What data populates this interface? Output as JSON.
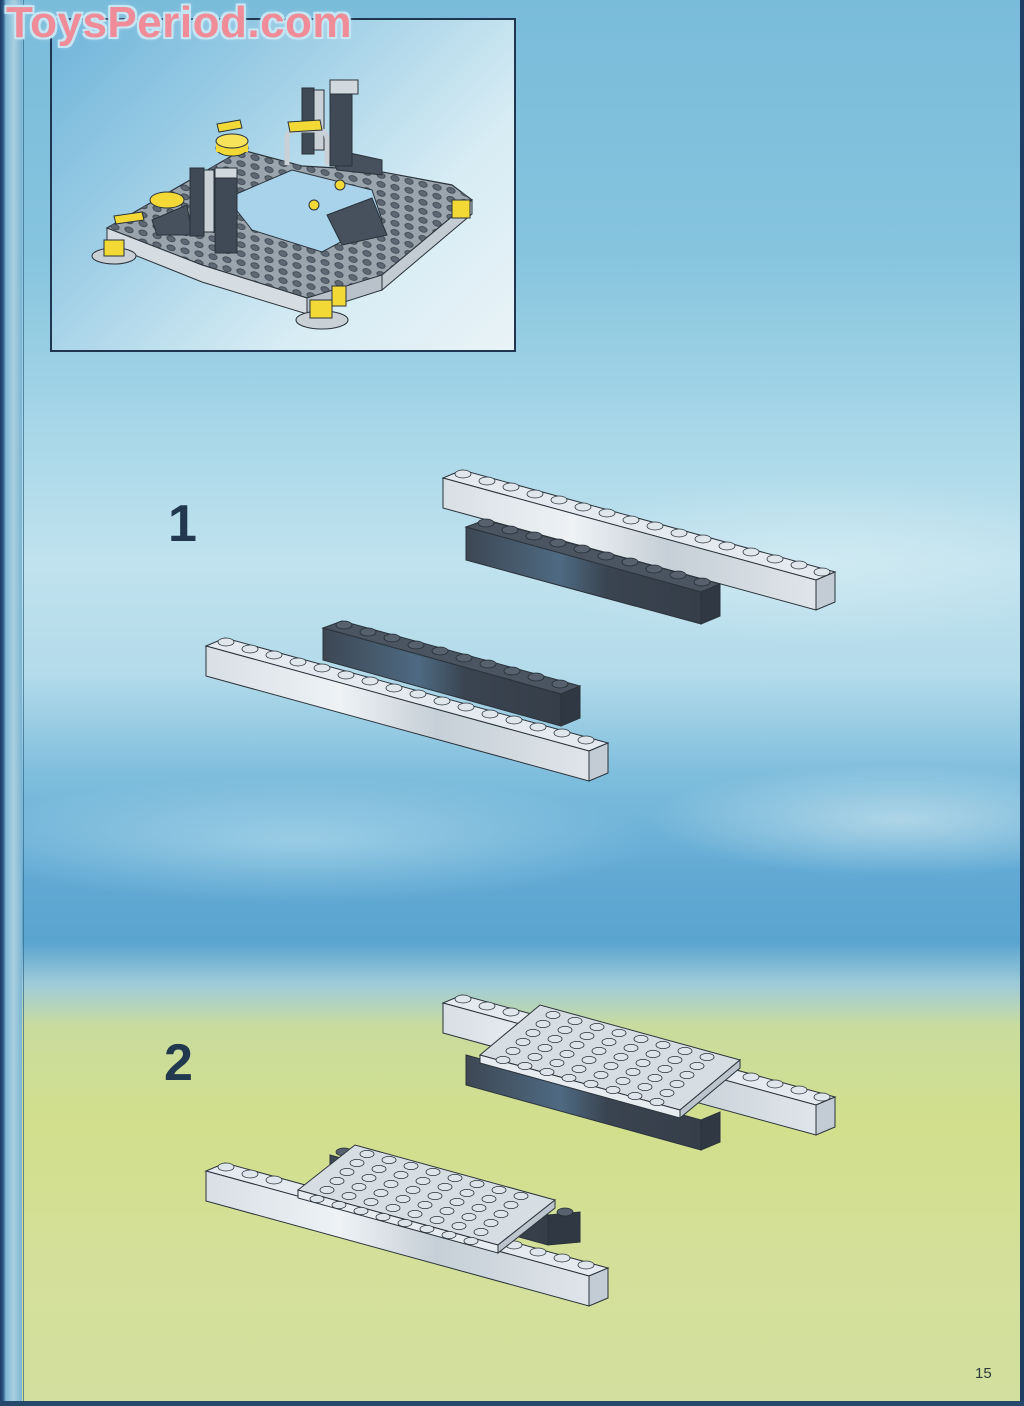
{
  "watermark": {
    "text": "ToysPeriod.com",
    "color": "#ef8c98"
  },
  "inset": {
    "description": "Completed model preview: grey baseplate frame with yellow details",
    "colors": {
      "light_grey": "#c9d0d6",
      "dark_grey": "#4c5866",
      "yellow": "#f2d936",
      "border": "#1f3550"
    }
  },
  "steps": [
    {
      "number": "1",
      "parts": [
        "1x16 light grey brick",
        "1x10 dark grey brick",
        "1x10 dark grey brick",
        "1x16 light grey brick"
      ]
    },
    {
      "number": "2",
      "parts": [
        "6x8 light grey plate",
        "6x8 light grey plate"
      ]
    }
  ],
  "page": {
    "number": "15"
  },
  "palette": {
    "sky_blue": "#79bcda",
    "mid_blue": "#5aa4d0",
    "ground_yellow": "#d2df8c",
    "brick_light": "#d3dbe2",
    "brick_dark": "#3f4c5a",
    "outline": "#2b333b"
  }
}
